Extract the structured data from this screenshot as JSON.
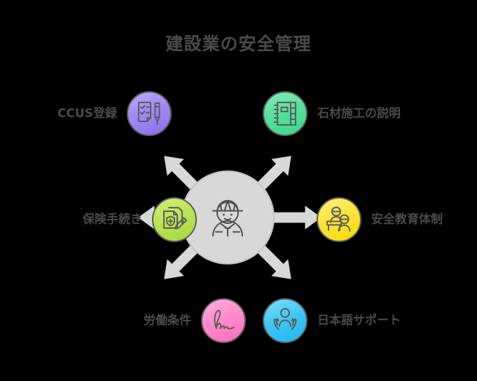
{
  "title": "建設業の安全管理",
  "colors": {
    "background": "#000000",
    "text": "#4a4a4a",
    "hub_fill": "#d8d8d8",
    "hub_stroke": "#c2c2c2",
    "arrow_fill": "#d8d8d8",
    "icon_stroke": "#5d5d5d",
    "node_purple": "#a08af3",
    "node_green": "#57e09b",
    "node_lime": "#bbe455",
    "node_yellow": "#ffe53c",
    "node_pink": "#ff8ccb",
    "node_cyan": "#41c8f5"
  },
  "hub": {
    "icon": "construction-worker-icon"
  },
  "arrows": [
    {
      "name": "arrow-up-left",
      "direction": "up-left"
    },
    {
      "name": "arrow-up-right",
      "direction": "up-right"
    },
    {
      "name": "arrow-left",
      "direction": "left"
    },
    {
      "name": "arrow-right",
      "direction": "right"
    },
    {
      "name": "arrow-down-left",
      "direction": "down-left"
    },
    {
      "name": "arrow-down-right",
      "direction": "down-right"
    }
  ],
  "nodes": [
    {
      "id": "ccus-registration",
      "label": "CCUS登録",
      "icon": "clipboard-checklist-pen-icon",
      "color": "#a08af3",
      "label_side": "left",
      "position": "top-left"
    },
    {
      "id": "stone-construction-explanation",
      "label": "石材施工の説明",
      "icon": "notebook-icon",
      "color": "#57e09b",
      "label_side": "right",
      "position": "top-right"
    },
    {
      "id": "insurance-procedures",
      "label": "保険手続き",
      "icon": "medical-document-pen-icon",
      "color": "#bbe455",
      "label_side": "left",
      "position": "middle-left"
    },
    {
      "id": "safety-education-system",
      "label": "安全教育体制",
      "icon": "training-people-icon",
      "color": "#ffe53c",
      "label_side": "right",
      "position": "middle-right"
    },
    {
      "id": "working-conditions",
      "label": "労働条件",
      "icon": "signature-icon",
      "color": "#ff8ccb",
      "label_side": "left",
      "position": "bottom-left"
    },
    {
      "id": "japanese-language-support",
      "label": "日本語サポート",
      "icon": "supporting-hands-person-icon",
      "color": "#41c8f5",
      "label_side": "right",
      "position": "bottom-right"
    }
  ]
}
